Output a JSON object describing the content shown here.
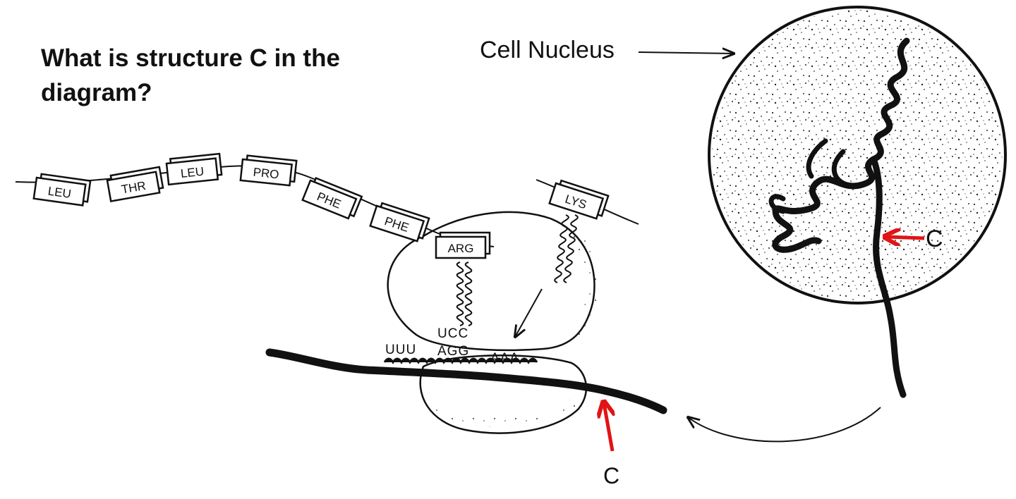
{
  "question": {
    "line1": "What is structure C in the",
    "line2": "diagram?"
  },
  "labels": {
    "nucleus": "Cell Nucleus",
    "c_nucleus": "C",
    "c_ribosome": "C"
  },
  "amino_acids": [
    "LEU",
    "THR",
    "LEU",
    "PRO",
    "PHE",
    "PHE",
    "ARG",
    "LYS"
  ],
  "codons": {
    "left": "UUU",
    "middle": "AGG",
    "right": "AAA",
    "anticodon": "UCC"
  },
  "colors": {
    "line": "#111111",
    "pointer": "#e01414"
  }
}
